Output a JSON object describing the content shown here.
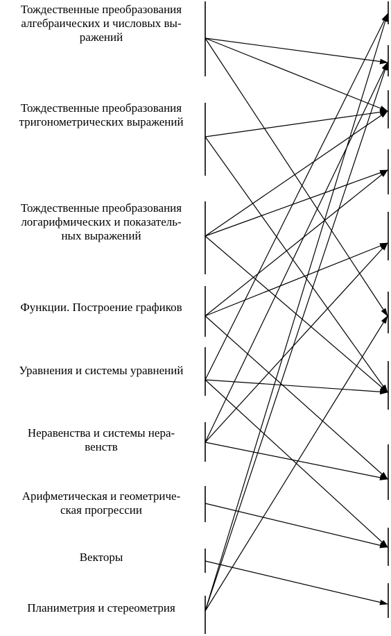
{
  "topics": [
    {
      "id": "t1",
      "label": "Тождественные преобразования\nалгебраических и числовых вы-\nражений"
    },
    {
      "id": "t2",
      "label": "Тождественные преобразования\nтригонометрических выражений"
    },
    {
      "id": "t3",
      "label": "Тождественные преобразования\nлогарифмических и показатель-\nных выражений"
    },
    {
      "id": "t4",
      "label": "Функции. Построение графиков"
    },
    {
      "id": "t5",
      "label": "Уравнения и системы уравнений"
    },
    {
      "id": "t6",
      "label": "Неравенства и системы нера-\nвенств"
    },
    {
      "id": "t7",
      "label": "Арифметическая и геометриче-\nская прогрессии"
    },
    {
      "id": "t8",
      "label": "Векторы"
    },
    {
      "id": "t9",
      "label": "Планиметрия и стереометрия"
    }
  ],
  "targets": [
    "r1",
    "r2",
    "r3",
    "r4",
    "r5",
    "r6",
    "r7",
    "r8",
    "r9"
  ],
  "connections": [
    {
      "from": "t1",
      "to": "r2"
    },
    {
      "from": "t1",
      "to": "r3"
    },
    {
      "from": "t1",
      "to": "r6"
    },
    {
      "from": "t2",
      "to": "r3"
    },
    {
      "from": "t2",
      "to": "r7"
    },
    {
      "from": "t3",
      "to": "r3"
    },
    {
      "from": "t3",
      "to": "r4"
    },
    {
      "from": "t3",
      "to": "r7"
    },
    {
      "from": "t4",
      "to": "r4"
    },
    {
      "from": "t4",
      "to": "r5"
    },
    {
      "from": "t4",
      "to": "r8"
    },
    {
      "from": "t5",
      "to": "r1"
    },
    {
      "from": "t5",
      "to": "r7"
    },
    {
      "from": "t5",
      "to": "r9"
    },
    {
      "from": "t6",
      "to": "r2"
    },
    {
      "from": "t6",
      "to": "r5"
    },
    {
      "from": "t6",
      "to": "r8"
    },
    {
      "from": "t7",
      "to": "r9"
    },
    {
      "from": "t8",
      "to": "r10"
    },
    {
      "from": "t9",
      "to": "r1"
    },
    {
      "from": "t9",
      "to": "r2"
    },
    {
      "from": "t9",
      "to": "r6"
    }
  ]
}
